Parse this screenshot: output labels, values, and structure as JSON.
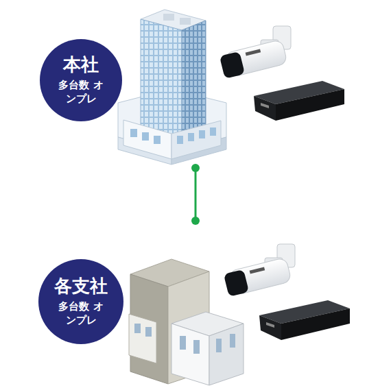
{
  "diagram": {
    "nodes": [
      {
        "text": [
          "本社",
          "多台数 オンプレ"
        ]
      },
      {
        "text": [
          "各支社",
          "多台数 オンプレ"
        ]
      }
    ],
    "edges": [
      {
        "from": 0,
        "to": 1,
        "arrow": "none"
      }
    ]
  }
}
